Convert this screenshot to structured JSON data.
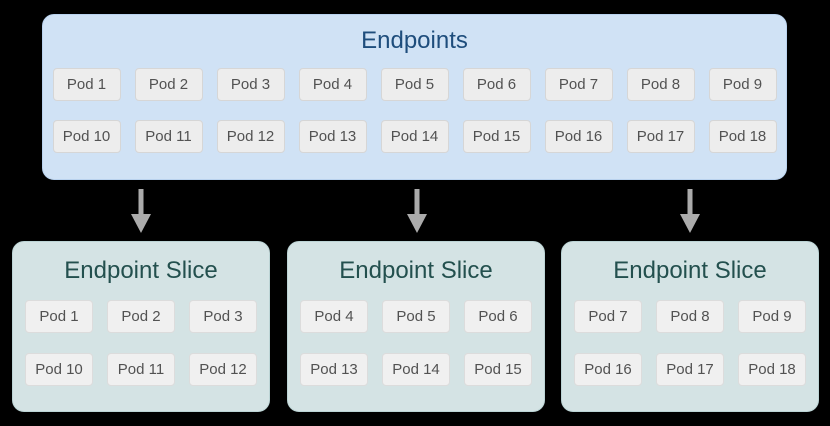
{
  "diagram": {
    "background": "#000000",
    "type": "kubernetes-endpoints-to-endpointslices"
  },
  "endpoints": {
    "title": "Endpoints",
    "colors": {
      "fill": "#d0e2f5",
      "border": "#b9d2ee",
      "title": "#1e4d7c"
    },
    "rows": [
      [
        "Pod 1",
        "Pod 2",
        "Pod 3",
        "Pod 4",
        "Pod 5",
        "Pod 6",
        "Pod 7",
        "Pod 8",
        "Pod 9"
      ],
      [
        "Pod 10",
        "Pod 11",
        "Pod 12",
        "Pod 13",
        "Pod 14",
        "Pod 15",
        "Pod 16",
        "Pod 17",
        "Pod 18"
      ]
    ]
  },
  "arrows": {
    "count": 3,
    "direction": "down",
    "color": "#ababab"
  },
  "slice_style": {
    "fill": "#d4e3e4",
    "border": "#bcd4d5",
    "title": "#23504e"
  },
  "pod_style": {
    "fill": "#ededed",
    "border": "#d6d6d6",
    "text": "#525252"
  },
  "slices": [
    {
      "title": "Endpoint Slice",
      "rows": [
        [
          "Pod 1",
          "Pod 2",
          "Pod 3"
        ],
        [
          "Pod 10",
          "Pod 11",
          "Pod 12"
        ]
      ]
    },
    {
      "title": "Endpoint Slice",
      "rows": [
        [
          "Pod 4",
          "Pod 5",
          "Pod 6"
        ],
        [
          "Pod 13",
          "Pod 14",
          "Pod 15"
        ]
      ]
    },
    {
      "title": "Endpoint Slice",
      "rows": [
        [
          "Pod 7",
          "Pod 8",
          "Pod 9"
        ],
        [
          "Pod 16",
          "Pod 17",
          "Pod 18"
        ]
      ]
    }
  ]
}
